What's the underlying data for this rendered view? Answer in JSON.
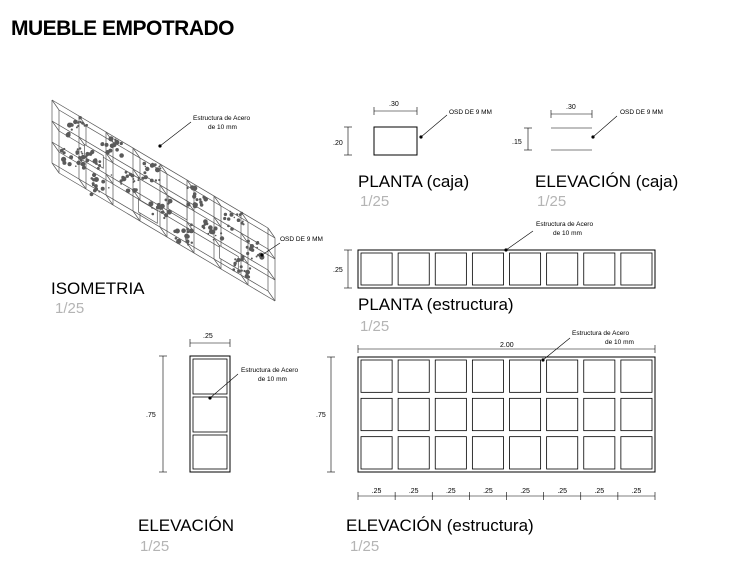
{
  "sheet": {
    "title": "MUEBLE EMPOTRADO"
  },
  "views": {
    "isometria": {
      "title": "ISOMETRIA",
      "scale": "1/25"
    },
    "planta_caja": {
      "title": "PLANTA (caja)",
      "scale": "1/25"
    },
    "elevacion_caja": {
      "title": "ELEVACIÓN (caja)",
      "scale": "1/25"
    },
    "planta_estructura": {
      "title": "PLANTA (estructura)",
      "scale": "1/25"
    },
    "elevacion": {
      "title": "ELEVACIÓN",
      "scale": "1/25"
    },
    "elevacion_estructura": {
      "title": "ELEVACIÓN (estructura)",
      "scale": "1/25"
    }
  },
  "notes": {
    "acero_line1": "Estructura de Acero",
    "acero_line2": "de 10 mm",
    "acero_line1_alt": "Estructura de Acero",
    "osb": "OSD DE 9 MM"
  },
  "dimensions": {
    "caja_width": ".30",
    "caja_depth": ".20",
    "caja_elev_width": ".30",
    "caja_height": ".15",
    "estructura_depth": ".25",
    "elevacion_width": ".25",
    "elevacion_height": ".75",
    "total_width": "2.00",
    "total_height": ".75",
    "module": ".25"
  }
}
